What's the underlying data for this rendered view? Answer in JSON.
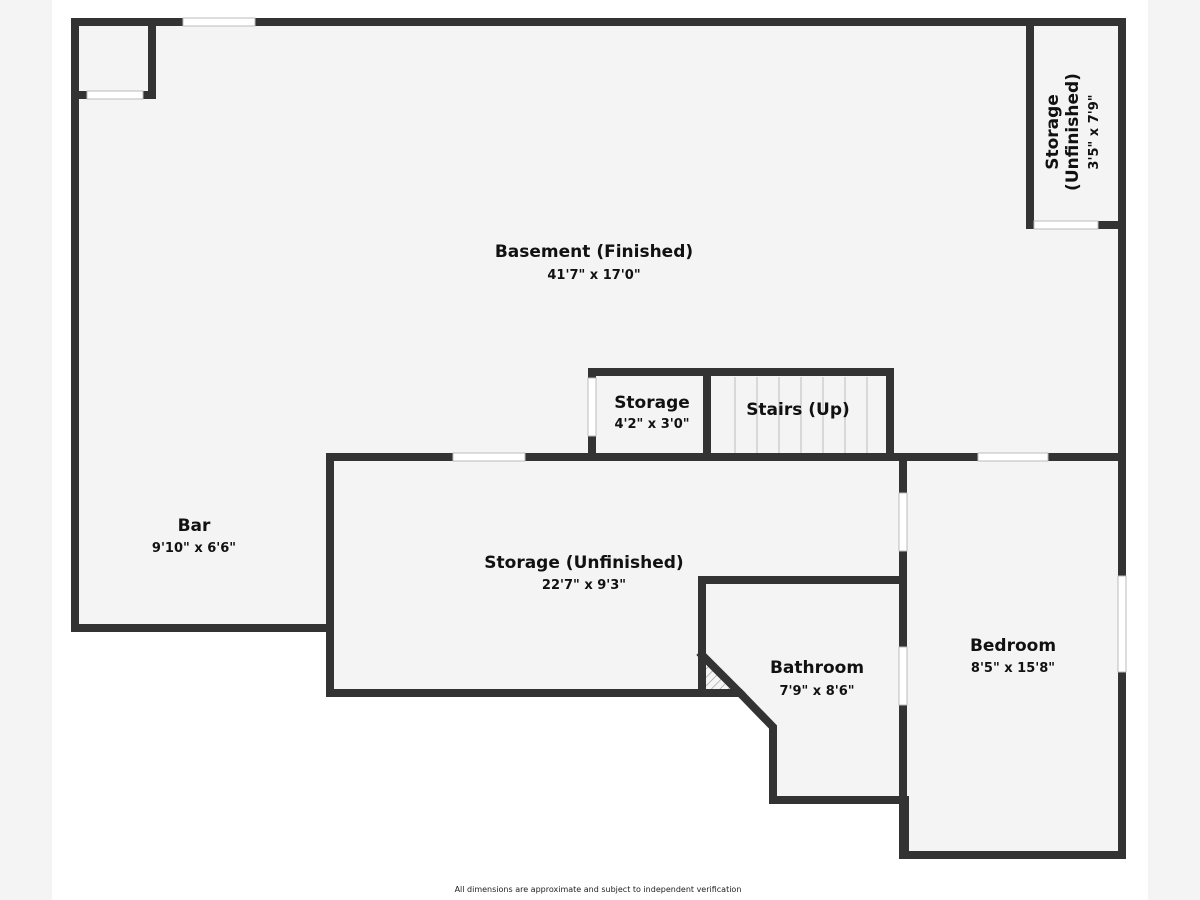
{
  "rooms": {
    "basement": {
      "name": "Basement (Finished)",
      "dims": "41'7\" x 17'0\""
    },
    "storage_right": {
      "name_line1": "Storage",
      "name_line2": "(Unfinished)",
      "dims": "3'5\" x 7'9\""
    },
    "storage_small": {
      "name": "Storage",
      "dims": "4'2\" x 3'0\""
    },
    "stairs": {
      "name": "Stairs (Up)"
    },
    "bar": {
      "name": "Bar",
      "dims": "9'10\" x 6'6\""
    },
    "storage_unfinished": {
      "name": "Storage (Unfinished)",
      "dims": "22'7\" x 9'3\""
    },
    "bathroom": {
      "name": "Bathroom",
      "dims": "7'9\" x 8'6\""
    },
    "bedroom": {
      "name": "Bedroom",
      "dims": "8'5\" x 15'8\""
    }
  },
  "footer": {
    "disclaimer": "All dimensions are approximate and subject to independent verification"
  },
  "colors": {
    "wall": "#333333",
    "floor": "#f4f4f4",
    "opening": "#ffffff",
    "background": "#ffffff",
    "margin": "#f4f4f5"
  }
}
